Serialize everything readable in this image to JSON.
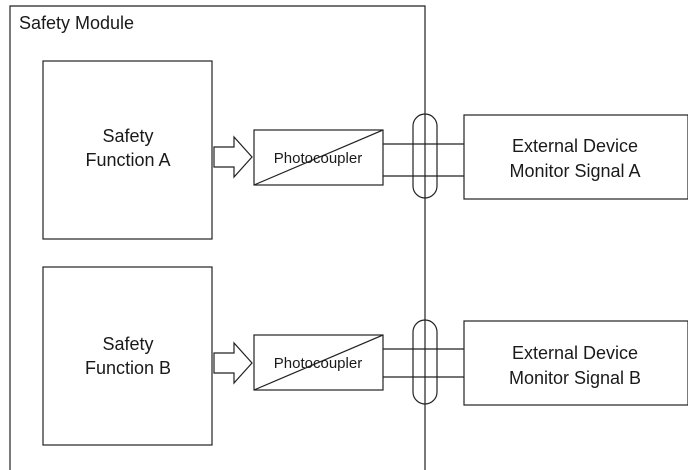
{
  "module": {
    "title": "Safety Module"
  },
  "channels": [
    {
      "function_line1": "Safety",
      "function_line2": "Function A",
      "photocoupler": "Photocoupler",
      "device_line1": "External Device",
      "device_line2": "Monitor Signal A"
    },
    {
      "function_line1": "Safety",
      "function_line2": "Function B",
      "photocoupler": "Photocoupler",
      "device_line1": "External Device",
      "device_line2": "Monitor Signal B"
    }
  ]
}
